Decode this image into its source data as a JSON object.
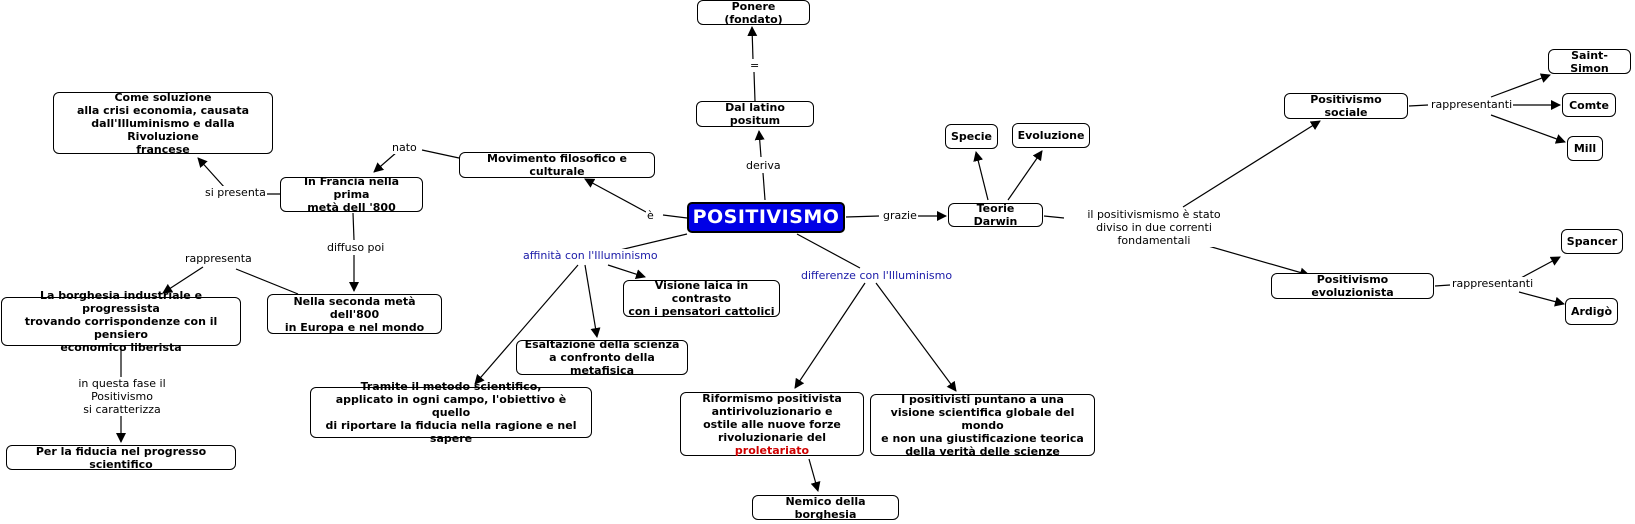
{
  "main": {
    "title": "POSITIVISMO",
    "color": "#0000e6"
  },
  "nodes": {
    "ponere": "Ponere (fondato)",
    "latino": "Dal latino positum",
    "movimento": "Movimento filosofico e culturale",
    "soluzione": "Come soluzione\nalla crisi economia, causata\ndall'Illuminismo e dalla Rivoluzione\nfrancese",
    "francia": "In Francia nella prima\nmetà dell '800",
    "borghesia": "La borghesia industriale e progressista\ntrovando corrispondenze con il pensiero\neconomico liberista",
    "seconda": "Nella seconda metà dell'800\nin Europa e nel mondo",
    "fiducia": "Per la fiducia nel progresso scientifico",
    "visione_laica": "Visione laica in contrasto\ncon i pensatori cattolici",
    "esaltazione": "Esaltazione della scienza\na confronto della metafisica",
    "metodo": "Tramite il metodo scientifico,\napplicato in ogni campo, l'obiettivo è quello\ndi riportare la fiducia nella ragione e nel sapere",
    "riformismo": "Riformismo positivista\nantirivoluzionario e\nostile alle nuove forze\nrivoluzionarie del ",
    "riformismo_red": "proletariato",
    "nemico": "Nemico della borghesia",
    "positivisti": "I positivisti puntano a una\nvisione scientifica globale del mondo\ne non una giustificazione teorica\ndella verità delle scienze",
    "specie": "Specie",
    "evoluzione": "Evoluzione",
    "darwin": "Teorie Darwin",
    "sociale": "Positivismo sociale",
    "evoluzionista": "Positivismo evoluzionista",
    "saintsimon": "Saint-Simon",
    "comte": "Comte",
    "mill": "Mill",
    "spancer": "Spancer",
    "ardigo": "Ardigò"
  },
  "links": {
    "uguale": "=",
    "deriva": "deriva",
    "e": "è",
    "nato": "nato",
    "si_presenta": "si presenta",
    "diffuso_poi": "diffuso poi",
    "rappresenta": "rappresenta",
    "in_questa_fase": "in questa fase il Positivismo\nsi caratterizza",
    "affinita": "affinità con l'Illuminismo",
    "differenze": "differenze con l'Illuminismo",
    "grazie": "grazie",
    "diviso": "il positivismismo è stato\ndiviso in due correnti fondamentali",
    "rappresentanti_1": "rappresentanti",
    "rappresentanti_2": "rappresentanti"
  },
  "colors": {
    "link_blue": "#1a1aa8",
    "highlight_red": "#d00000"
  }
}
